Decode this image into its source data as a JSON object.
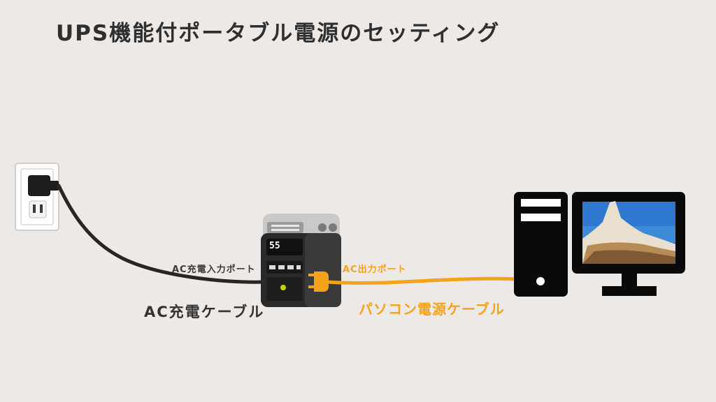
{
  "title": "UPS機能付ポータブル電源のセッティング",
  "labels": {
    "ac_input_port": "AC充電入力ポート",
    "ac_charge_cable": "AC充電ケーブル",
    "ac_output_port": "AC出力ポート",
    "pc_power_cable": "パソコン電源ケーブル"
  },
  "device": {
    "battery_readout": "55"
  },
  "colors": {
    "background": "#ece9e6",
    "title": "#2f2f2f",
    "cable_dark": "#2b2422",
    "cable_orange": "#f5a21b",
    "device_body": "#2a2a2a",
    "pc": "#0a0a0a"
  },
  "icons": [
    "wall-outlet-icon",
    "ac-plug-icon",
    "portable-power-station-icon",
    "desktop-pc-tower-icon",
    "monitor-icon"
  ]
}
